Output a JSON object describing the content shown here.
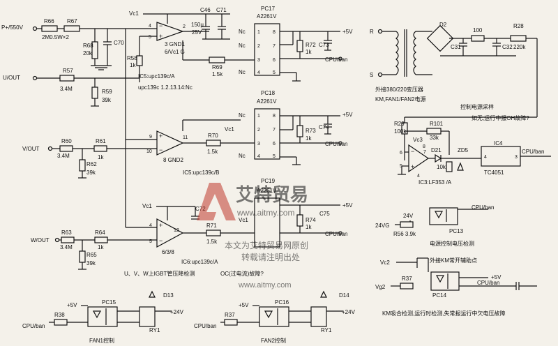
{
  "terminals": {
    "p_plus": "P+/550V",
    "u_out": "U/OUT",
    "v_out": "V/OUT",
    "w_out": "W/OUT",
    "cpu_ban": "CPU/ban",
    "plus5v": "+5V",
    "plus24v": "+24V",
    "r_top": "R",
    "s_bottom": "S",
    "v24g": "24VG",
    "vc2": "Vc2",
    "vg2": "Vg2"
  },
  "power": {
    "vc1": "Vc1",
    "vc3": "Vc3",
    "gnd1": "3 GND1",
    "gnd1b": "6/Vc1 G",
    "gnd2": "8 GND2"
  },
  "resistors": {
    "r66": "R66",
    "r66v": "2M0.5W×2",
    "r67": "R67",
    "r68": "R68",
    "r68v": "20k",
    "r58": "R58",
    "r58v": "1k",
    "r57": "R57",
    "r57v": "3.4M",
    "r59": "R59",
    "r59v": "39k",
    "r69": "R69",
    "r69v": "1.5k",
    "r60": "R60",
    "r60v": "3.4M",
    "r61": "R61",
    "r61v": "1k",
    "r62": "R62",
    "r62v": "39k",
    "r70": "R70",
    "r70v": "1.5k",
    "r63": "R63",
    "r63v": "3.4M",
    "r64": "R64",
    "r64v": "1k",
    "r65": "R65",
    "r65v": "39k",
    "r71": "R71",
    "r71v": "1.5k",
    "r72": "R72",
    "r72v": "1k",
    "r73": "R73",
    "r73v": "1k",
    "r74": "R74",
    "r74v": "1k",
    "r28": "R28",
    "r28v": "220k",
    "r100": "100",
    "r29": "R29",
    "r29v": "100k",
    "r101": "R101",
    "r101v": "33k",
    "r10k": "10k",
    "r56": "R56 3.9k",
    "r37": "R37",
    "r38": "R38"
  },
  "caps": {
    "c46": "C46",
    "c71": "C71",
    "c46v": "150μ",
    "c46v2": "25V",
    "c70": "C70",
    "c73": "C73",
    "c74": "C74",
    "c72": "C72",
    "c75": "C75",
    "c31": "C31",
    "c32": "C32"
  },
  "ics": {
    "ic5a": "IC5:upc139c/A",
    "ic5note": "upc139c 1.2.13.14:Nc",
    "ic5b": "IC5:upc139c/B",
    "ic6a": "IC6:upc139c/A",
    "ic3a": "IC3:LF353 /A",
    "ic4": "IC4",
    "ic4part": "TC4051",
    "pc17": "PC17",
    "pc17p": "A2261V",
    "pc18": "PC18",
    "pc18p": "A2261V",
    "pc19": "PC19",
    "pc19p": "A2261V",
    "pc13": "PC13",
    "pc14": "PC14",
    "pc15": "PC15",
    "pc16": "PC16",
    "d2": "D2",
    "d21": "D21",
    "zd5": "ZD5",
    "d13": "D13",
    "d14": "D14",
    "ry1a": "RY1",
    "ry1b": "RY1",
    "nc": "Nc",
    "v24": "24V"
  },
  "pins": {
    "p1": "1",
    "p2": "2",
    "p3": "3",
    "p4": "4",
    "p5": "5",
    "p6": "6",
    "p7": "7",
    "p8": "8",
    "p9": "9",
    "p10": "10",
    "p11": "11",
    "p12": "12"
  },
  "labels": {
    "transformer": "外接380/220变压器",
    "transformer2": "KM,FAN1/FAN2电源",
    "sampling": "控制电源采样",
    "oh_fault": "如无,运行中报OH故障?",
    "igbt": "U、V、W上IGBT管压降检测",
    "oc_fault": "OC(过电流)故障?",
    "supply_detect": "电源控制电压检测",
    "km_contact": "外接KM常开辅助点",
    "km_detect": "KM吸合检测,运行时检测,失常报运行中欠电压故障",
    "fan1": "FAN1控制",
    "fan2": "FAN2控制"
  },
  "watermark": {
    "brand": "艾特贸易",
    "url": "www.aitmy.com",
    "note1": "本文为艾特贸易网原创",
    "note2": "转载请注明出处",
    "url2": "www.aitmy.com"
  },
  "colors": {
    "ink": "#111111",
    "paper": "#f4f1ea",
    "watermark": "#c0392b"
  }
}
